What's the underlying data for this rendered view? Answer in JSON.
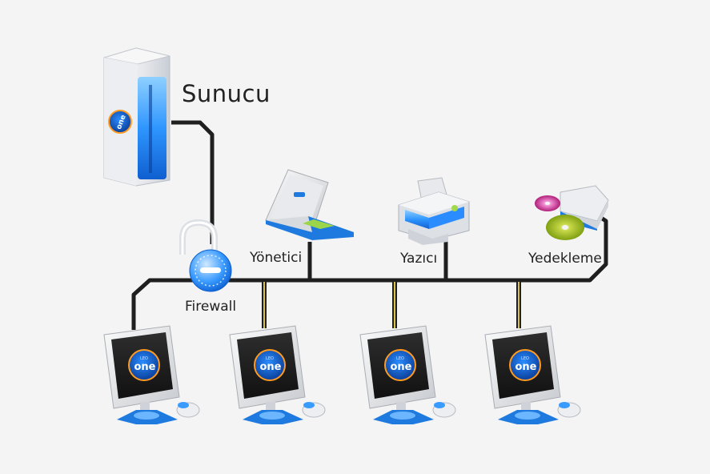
{
  "labels": {
    "server": "Sunucu",
    "admin": "Yönetici",
    "printer": "Yazıcı",
    "backup": "Yedekleme",
    "firewall": "Firewall"
  },
  "logo": {
    "text_small": "LEO",
    "text_main": "one"
  },
  "colors": {
    "accent_blue": "#1e7fe0",
    "cable": "#1f1f1f",
    "drop_cable": "#d8c24a",
    "background": "#f4f4f4"
  },
  "nodes": [
    {
      "id": "server",
      "icon": "server-tower-icon"
    },
    {
      "id": "admin",
      "icon": "laptop-icon"
    },
    {
      "id": "printer",
      "icon": "printer-icon"
    },
    {
      "id": "backup",
      "icon": "disc-backup-drive-icon"
    },
    {
      "id": "firewall",
      "icon": "padlock-icon"
    },
    {
      "id": "workstation-1",
      "icon": "monitor-icon"
    },
    {
      "id": "workstation-2",
      "icon": "monitor-icon"
    },
    {
      "id": "workstation-3",
      "icon": "monitor-icon"
    },
    {
      "id": "workstation-4",
      "icon": "monitor-icon"
    }
  ]
}
